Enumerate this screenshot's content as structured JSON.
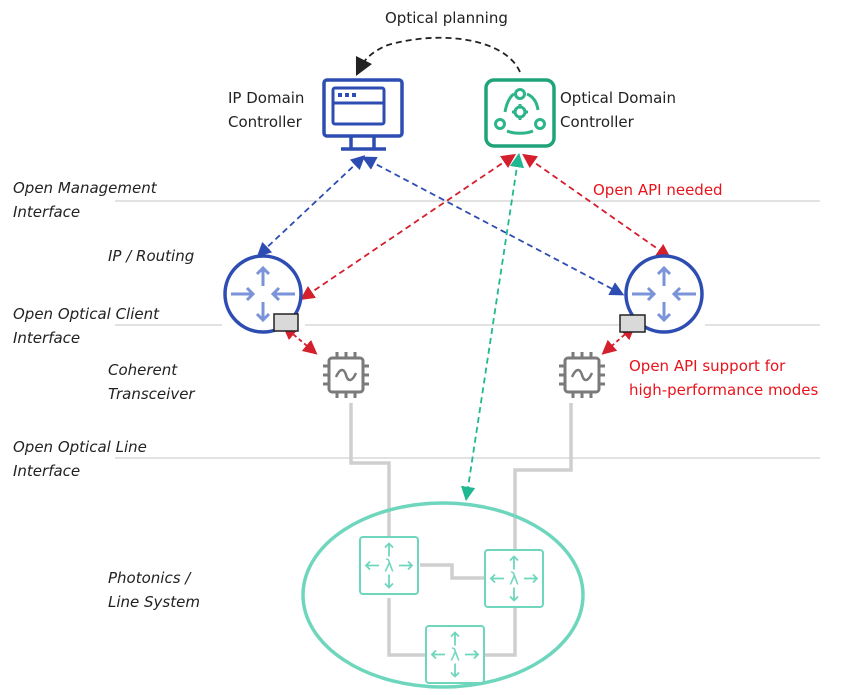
{
  "title": "Optical planning",
  "controllers": {
    "ip": {
      "line1": "IP Domain",
      "line2": "Controller",
      "icon": "monitor-icon"
    },
    "optical": {
      "line1": "Optical Domain",
      "line2": "Controller",
      "icon": "gear-cycle-icon"
    }
  },
  "layers": [
    {
      "line1": "Open Management",
      "line2": "Interface"
    },
    {
      "line1": "IP / Routing",
      "line2": ""
    },
    {
      "line1": "Open Optical Client",
      "line2": "Interface"
    },
    {
      "line1": "Coherent",
      "line2": "Transceiver"
    },
    {
      "line1": "Open Optical Line",
      "line2": "Interface"
    },
    {
      "line1": "Photonics /",
      "line2": "Line System"
    }
  ],
  "annotations": {
    "api_needed": "Open API needed",
    "api_support_1": "Open API support for",
    "api_support_2": "high-performance modes"
  },
  "node_glyph": "λ",
  "colors": {
    "ip_blue": "#2e4db3",
    "router_arrow": "#7b93d9",
    "optical_green": "#1fa37a",
    "photonics_teal": "#6fd6be",
    "api_red": "#d41f2c",
    "chip_gray": "#7a7a7a",
    "fiber_gray": "#cfcfcf",
    "layer_line": "#d9d9d9"
  }
}
